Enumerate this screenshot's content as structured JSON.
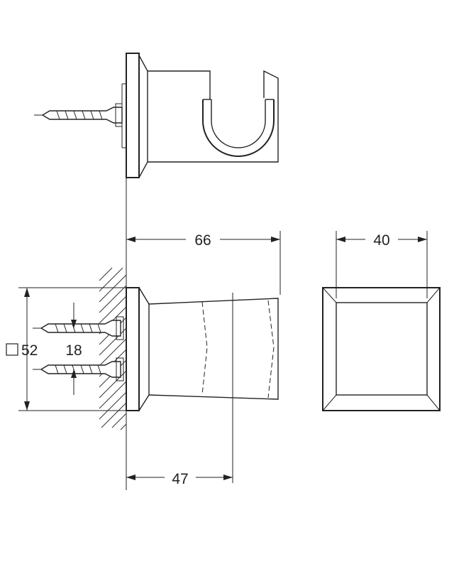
{
  "dimensions": {
    "projection": "66",
    "width": "40",
    "square_size": "52",
    "screw_spacing": "18",
    "depth": "47"
  },
  "symbols": {
    "square": "square-symbol"
  }
}
